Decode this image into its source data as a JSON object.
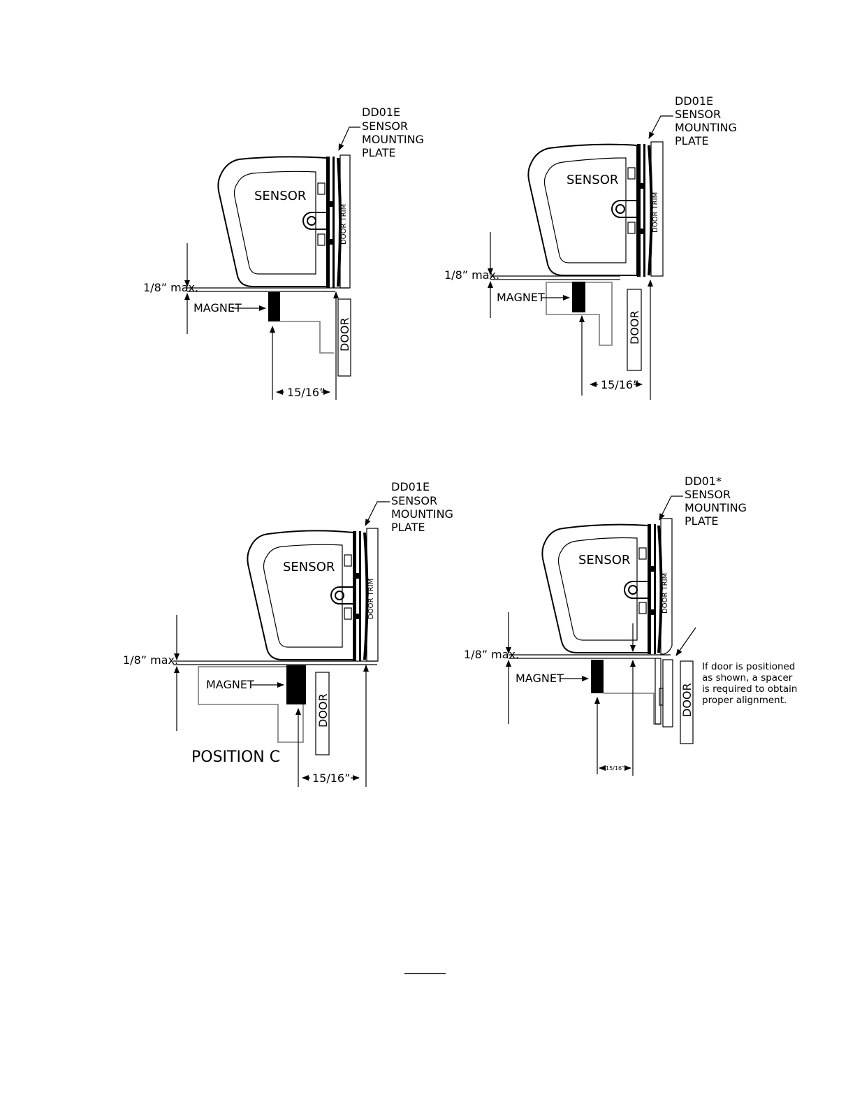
{
  "figure_a": {
    "plate_label": [
      "DD01E",
      "SENSOR",
      "MOUNTING",
      "PLATE"
    ],
    "sensor_label": "SENSOR",
    "trim_label": "DOOR TRIM",
    "gap_label": "1/8” max.",
    "magnet_label": "MAGNET",
    "door_label": "DOOR",
    "dim_label": "15/16”"
  },
  "figure_b": {
    "plate_label": [
      "DD01E",
      "SENSOR",
      "MOUNTING",
      "PLATE"
    ],
    "sensor_label": "SENSOR",
    "trim_label": "DOOR TRIM",
    "gap_label": "1/8” max.",
    "magnet_label": "MAGNET",
    "door_label": "DOOR",
    "dim_label": "15/16”"
  },
  "figure_c": {
    "plate_label": [
      "DD01E",
      "SENSOR",
      "MOUNTING",
      "PLATE"
    ],
    "sensor_label": "SENSOR",
    "trim_label": "DOOR TRIM",
    "gap_label": "1/8” max.",
    "magnet_label": "MAGNET",
    "door_label": "DOOR",
    "dim_label": "15/16”",
    "position_label": "POSITION C"
  },
  "figure_d": {
    "plate_label": [
      "DD01*",
      "SENSOR",
      "MOUNTING",
      "PLATE"
    ],
    "sensor_label": "SENSOR",
    "trim_label": "DOOR TRIM",
    "gap_label": "1/8” max.",
    "magnet_label": "MAGNET",
    "door_label": "DOOR",
    "dim_label": "15/16”",
    "note": [
      "If door is positioned",
      "as shown, a spacer",
      "is required to obtain",
      "proper alignment."
    ]
  }
}
